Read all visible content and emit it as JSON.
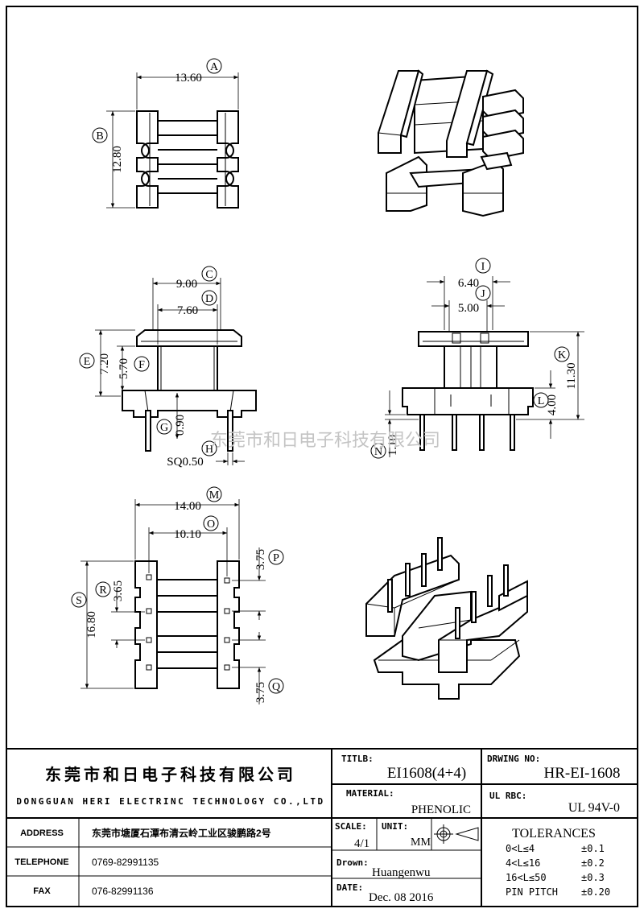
{
  "company": {
    "name_cn": "东莞市和日电子科技有限公司",
    "name_en": "DONGGUAN HERI ELECTRINC TECHNOLOGY CO.,LTD",
    "watermark": "东莞市和日电子科技有限公司"
  },
  "contact": {
    "address_label": "ADDRESS",
    "address_value": "东莞市塘厦石潭布清云岭工业区骏鹏路2号",
    "telephone_label": "TELEPHONE",
    "telephone_value": "0769-82991135",
    "fax_label": "FAX",
    "fax_value": "076-82991136"
  },
  "title_block": {
    "title_label": "TITLB:",
    "title_value": "EI1608(4+4)",
    "drawing_no_label": "DRWING NO:",
    "drawing_no_value": "HR-EI-1608",
    "material_label": "MATERIAL:",
    "material_value": "PHENOLIC",
    "ul_label": "UL  RBC:",
    "ul_value": "UL 94V-0",
    "scale_label": "SCALE:",
    "scale_value": "4/1",
    "unit_label": "UNIT:",
    "unit_value": "MM",
    "drawn_label": "Drown:",
    "drawn_value": "Huangenwu",
    "date_label": "DATE:",
    "date_value": "Dec. 08 2016"
  },
  "tolerances": {
    "title": "TOLERANCES",
    "rows": [
      {
        "range": "0<L≤4",
        "value": "±0.1"
      },
      {
        "range": "4<L≤16",
        "value": "±0.2"
      },
      {
        "range": "16<L≤50",
        "value": "±0.3"
      },
      {
        "range": "PIN PITCH",
        "value": "±0.20"
      }
    ]
  },
  "dimensions": {
    "A": {
      "letter": "A",
      "value": "13.60"
    },
    "B": {
      "letter": "B",
      "value": "12.80"
    },
    "C": {
      "letter": "C",
      "value": "9.00"
    },
    "D": {
      "letter": "D",
      "value": "7.60"
    },
    "E": {
      "letter": "E",
      "value": "7.20"
    },
    "F": {
      "letter": "F",
      "value": "5.70"
    },
    "G": {
      "letter": "G",
      "value": "0.90"
    },
    "H": {
      "letter": "H",
      "value": "SQ0.50"
    },
    "I": {
      "letter": "I",
      "value": "6.40"
    },
    "J": {
      "letter": "J",
      "value": "5.00"
    },
    "K": {
      "letter": "K",
      "value": "11.30"
    },
    "L": {
      "letter": "L",
      "value": "4.00"
    },
    "N": {
      "letter": "N",
      "value": "1.10"
    },
    "M": {
      "letter": "M",
      "value": "14.00"
    },
    "O": {
      "letter": "O",
      "value": "10.10"
    },
    "P": {
      "letter": "P",
      "value": "3.75"
    },
    "R": {
      "letter": "R",
      "value": "3.65"
    },
    "S": {
      "letter": "S",
      "value": "16.80"
    },
    "Q": {
      "letter": "Q",
      "value": "3.75"
    }
  }
}
